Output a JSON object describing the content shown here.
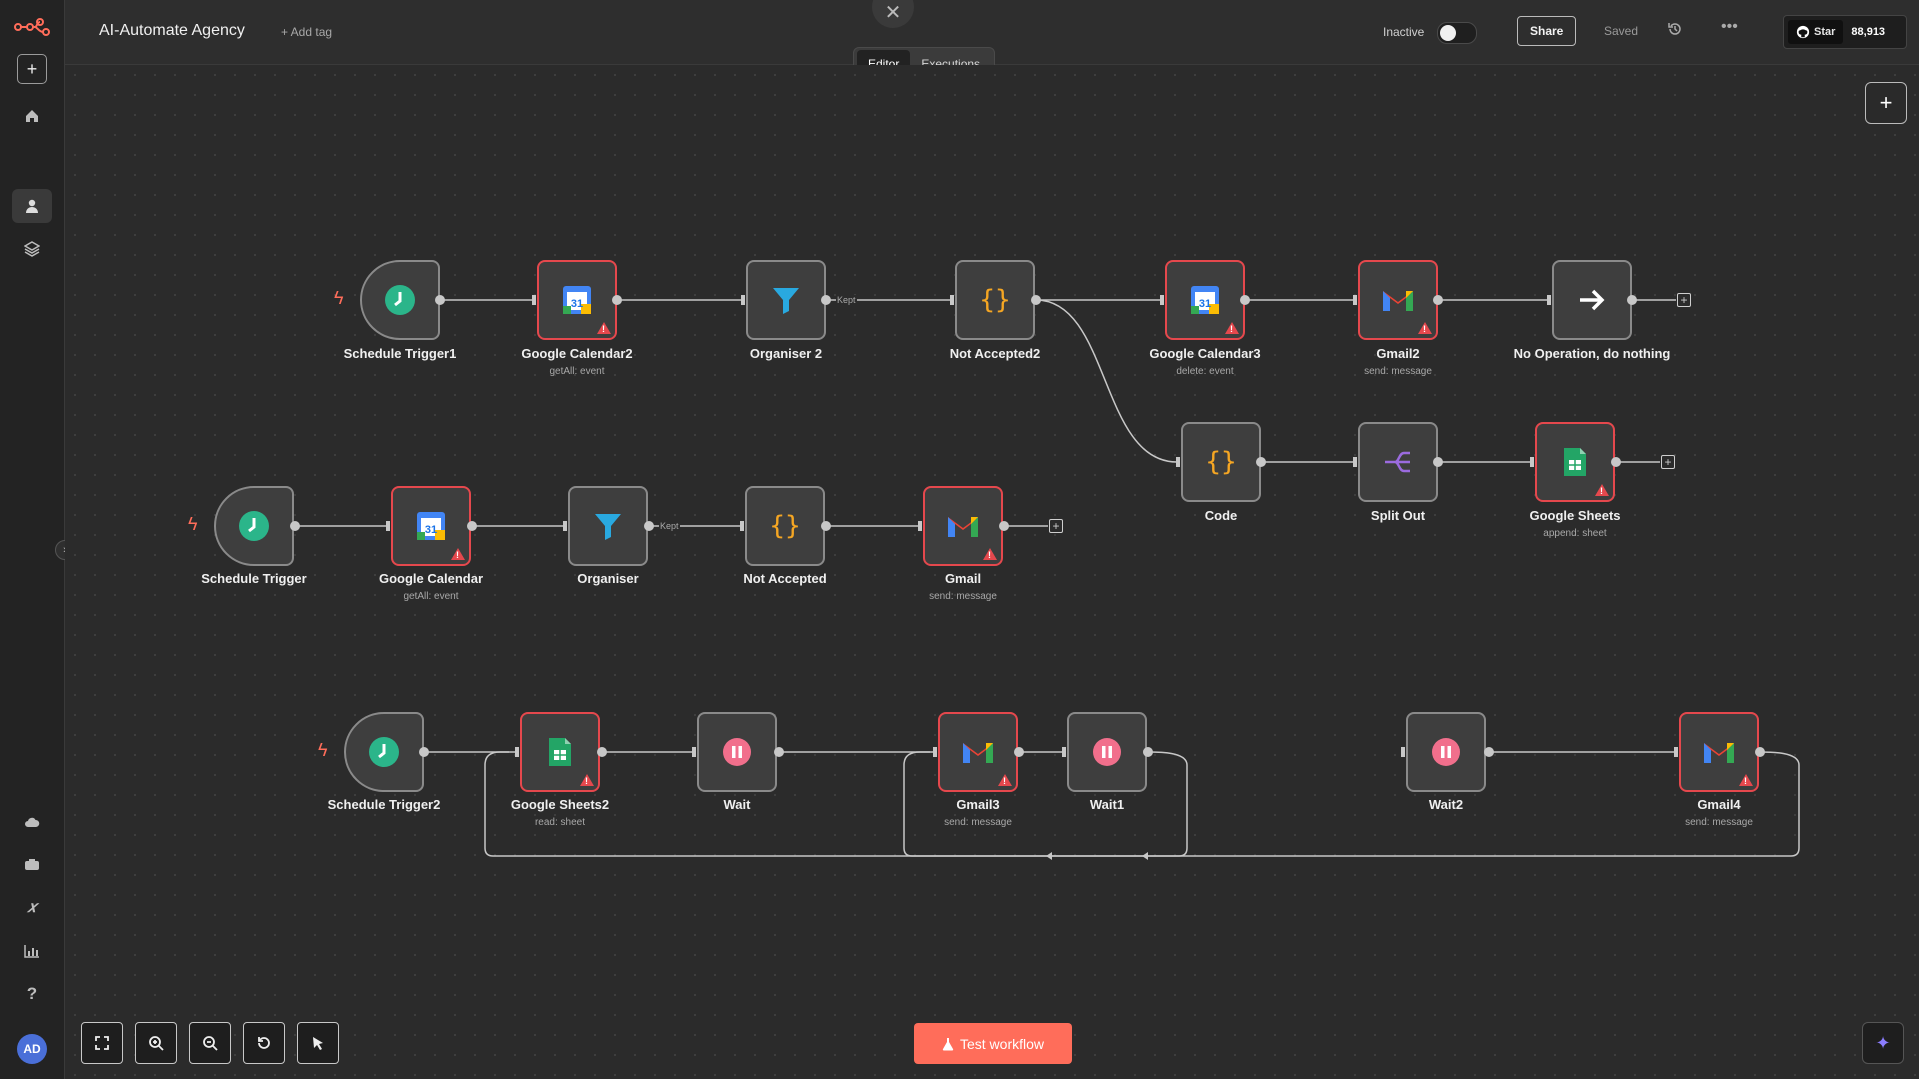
{
  "header": {
    "title": "AI-Automate Agency",
    "add_tag": "+ Add tag",
    "tabs": [
      {
        "label": "Editor"
      },
      {
        "label": "Executions"
      }
    ],
    "status": "Inactive",
    "share": "Share",
    "saved": "Saved",
    "github_star": "Star",
    "github_count": "88,913"
  },
  "sidebar": {
    "avatar": "AD"
  },
  "nodes": {
    "n1": {
      "label": "Schedule Trigger1"
    },
    "n2": {
      "label": "Google Calendar2",
      "sub": "getAll: event"
    },
    "n3": {
      "label": "Organiser 2"
    },
    "n4": {
      "label": "Not Accepted2"
    },
    "n5": {
      "label": "Google Calendar3",
      "sub": "delete: event"
    },
    "n6": {
      "label": "Gmail2",
      "sub": "send: message"
    },
    "n7": {
      "label": "No Operation, do nothing"
    },
    "n8": {
      "label": "Code"
    },
    "n9": {
      "label": "Split Out"
    },
    "n10": {
      "label": "Google Sheets",
      "sub": "append: sheet"
    },
    "n11": {
      "label": "Schedule Trigger"
    },
    "n12": {
      "label": "Google Calendar",
      "sub": "getAll: event"
    },
    "n13": {
      "label": "Organiser"
    },
    "n14": {
      "label": "Not Accepted"
    },
    "n15": {
      "label": "Gmail",
      "sub": "send: message"
    },
    "n16": {
      "label": "Schedule Trigger2"
    },
    "n17": {
      "label": "Google Sheets2",
      "sub": "read: sheet"
    },
    "n18": {
      "label": "Wait"
    },
    "n19": {
      "label": "Gmail3",
      "sub": "send: message"
    },
    "n20": {
      "label": "Wait1"
    },
    "n21": {
      "label": "Wait2"
    },
    "n22": {
      "label": "Gmail4",
      "sub": "send: message"
    }
  },
  "edge_labels": {
    "kept": "Kept"
  },
  "footer": {
    "test_workflow": "Test workflow"
  },
  "colors": {
    "accent": "#ff6d5a",
    "warn": "#e5484d",
    "canvas": "#2b2b2b"
  }
}
